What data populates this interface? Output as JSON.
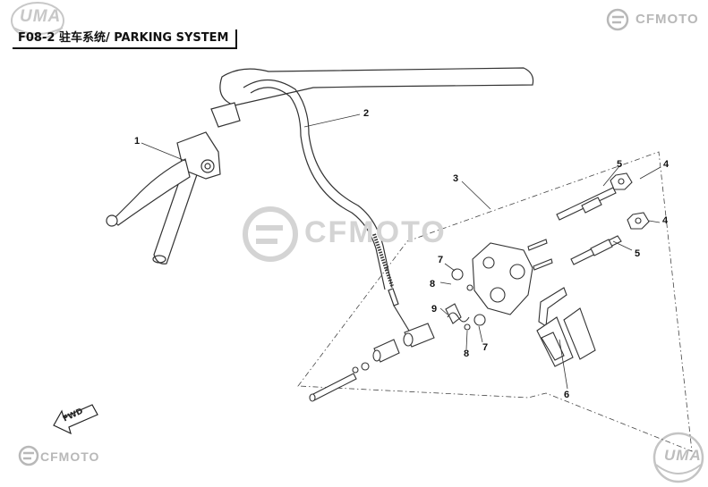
{
  "title": "F08-2 驻车系统/ PARKING SYSTEM",
  "logos": {
    "uma_top_left": "UMA",
    "cfmoto_top_right": "CFMOTO",
    "cfmoto_bottom_left": "CFMOTO",
    "uma_bottom_right": "UMA",
    "watermark": "CFMOTO"
  },
  "fwd_label": "FWD",
  "callouts": [
    "1",
    "2",
    "3",
    "4",
    "4",
    "5",
    "5",
    "6",
    "7",
    "7",
    "8",
    "8",
    "9"
  ],
  "colors": {
    "line": "#333333",
    "logo_gray": "#c0c0c0",
    "watermark": "#d4d4d4"
  }
}
